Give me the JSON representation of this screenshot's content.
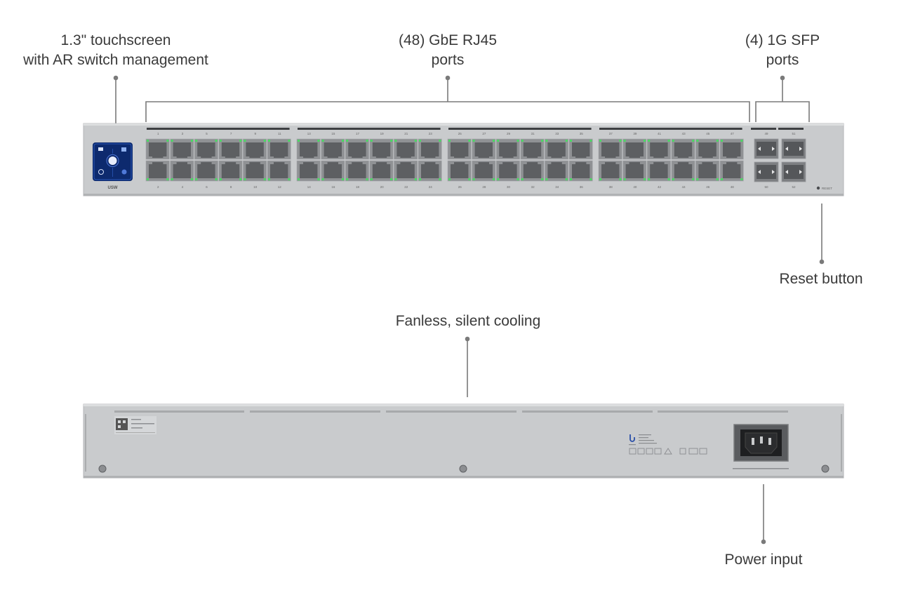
{
  "callouts": {
    "touchscreen": {
      "line1": "1.3\" touchscreen",
      "line2": "with AR switch management"
    },
    "rj45": {
      "line1": "(48) GbE RJ45",
      "line2": "ports"
    },
    "sfp": {
      "line1": "(4) 1G SFP",
      "line2": "ports"
    },
    "reset": {
      "line1": "Reset button"
    },
    "cooling": {
      "line1": "Fanless, silent cooling"
    },
    "power": {
      "line1": "Power input"
    }
  },
  "front_panel": {
    "device_label": "USW",
    "reset_label": "RESET",
    "top_port_numbers": [
      "1",
      "3",
      "5",
      "7",
      "9",
      "11",
      "13",
      "15",
      "17",
      "19",
      "21",
      "23",
      "25",
      "27",
      "29",
      "31",
      "33",
      "35",
      "37",
      "39",
      "41",
      "43",
      "45",
      "47"
    ],
    "bottom_port_numbers": [
      "2",
      "4",
      "6",
      "8",
      "10",
      "12",
      "14",
      "16",
      "18",
      "20",
      "22",
      "24",
      "26",
      "28",
      "30",
      "32",
      "34",
      "36",
      "38",
      "40",
      "42",
      "44",
      "46",
      "48"
    ],
    "sfp_top_numbers": [
      "49",
      "51"
    ],
    "sfp_bottom_numbers": [
      "50",
      "52"
    ]
  },
  "colors": {
    "chassis": "#c9cbcd",
    "chassis_edge": "#b4b6b8",
    "port_body": "#8f9194",
    "port_jack": "#5d5f62",
    "link_led": "#4cd964",
    "screen": "#0d2a6e",
    "leader_line": "#7a7a7a"
  }
}
